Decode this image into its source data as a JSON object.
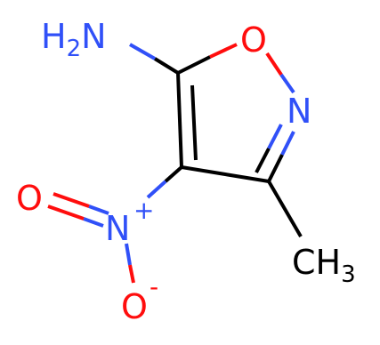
{
  "molecule": {
    "atoms": {
      "amine": {
        "symbol": "H",
        "subscript": "2",
        "tail": "N"
      },
      "ring_oxygen": {
        "symbol": "O"
      },
      "ring_nitrogen": {
        "symbol": "N"
      },
      "nitro_nitrogen": {
        "symbol": "N",
        "charge": "+"
      },
      "nitro_oxygen_double": {
        "symbol": "O"
      },
      "nitro_oxygen_single": {
        "symbol": "O",
        "charge": "-"
      },
      "methyl": {
        "symbol": "CH",
        "subscript": "3"
      }
    },
    "colors": {
      "carbon": "#000000",
      "nitrogen": "#3050f8",
      "oxygen": "#ff0d0d"
    }
  }
}
